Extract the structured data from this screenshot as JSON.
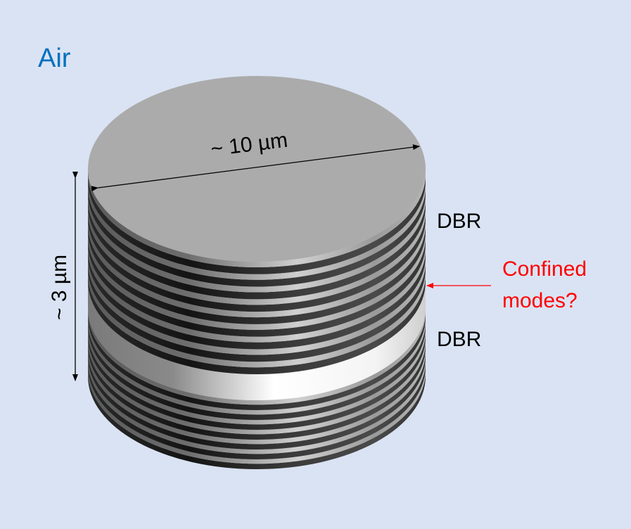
{
  "labels": {
    "medium": "Air",
    "diameter": "~ 10 µm",
    "height": "~ 3 µm",
    "top_mirror": "DBR",
    "cavity_question_line1": "Confined",
    "cavity_question_line2": "modes?",
    "bottom_mirror": "DBR"
  },
  "colors": {
    "background": "#dae3f3",
    "air_label": "#0070c0",
    "annotation": "#ff0000",
    "top_face": "#ababab"
  }
}
